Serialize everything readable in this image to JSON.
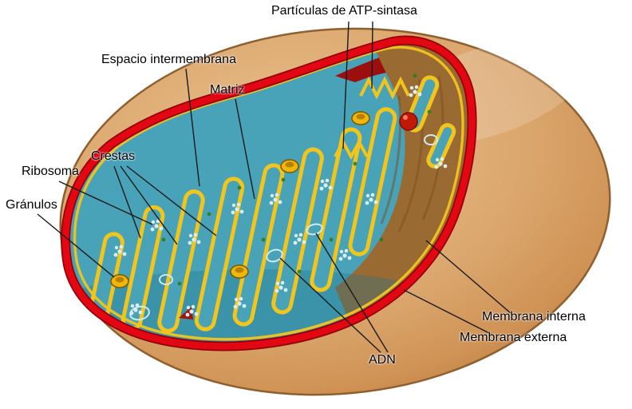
{
  "labels": {
    "atp_sintasa": "Partículas de ATP-sintasa",
    "espacio_intermembrana": "Espacio intermembrana",
    "matriz": "Matriz",
    "crestas": "Crestas",
    "ribosoma": "Ribosoma",
    "granulos": "Gránulos",
    "adn": "ADN",
    "membrana_interna": "Membrana interna",
    "membrana_externa": "Membrana externa"
  },
  "colors": {
    "background": "#ffffff",
    "outer_body_tan": "#d9a76e",
    "outer_membrane_red": "#e30613",
    "inner_membrane_yellow": "#f2c51d",
    "matrix_teal": "#49a3b8",
    "cut_wall_brown": "#9a6a33",
    "maroon_interior": "#9c0f0f",
    "label_text": "#000000"
  }
}
